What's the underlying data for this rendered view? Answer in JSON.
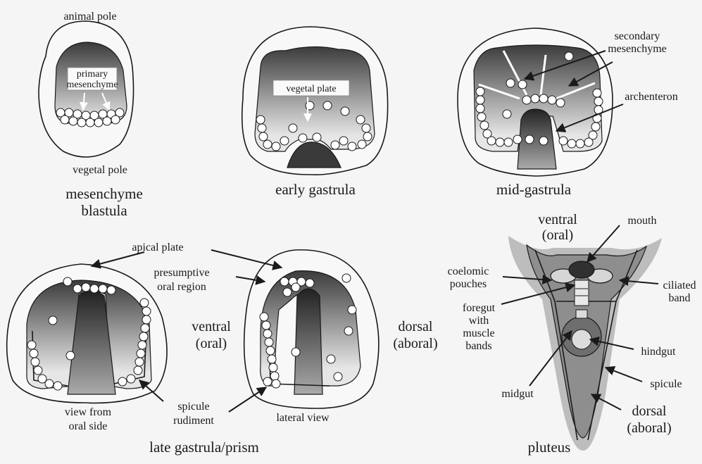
{
  "title": "",
  "stages": {
    "blastula": {
      "top_label": "animal pole",
      "bottom_label": "vegetal pole",
      "inner_label_line1": "primary",
      "inner_label_line2": "mesenchyme",
      "caption_line1": "mesenchyme",
      "caption_line2": "blastula"
    },
    "early_gastrula": {
      "inner_label": "vegetal plate",
      "caption": "early gastrula"
    },
    "mid_gastrula": {
      "label_secondary_line1": "secondary",
      "label_secondary_line2": "mesenchyme",
      "label_archenteron": "archenteron",
      "caption": "mid-gastrula"
    },
    "late_gastrula": {
      "label_apical_plate": "apical plate",
      "label_presumptive_line1": "presumptive",
      "label_presumptive_line2": "oral region",
      "label_ventral": "ventral",
      "label_ventral_oral": "(oral)",
      "label_dorsal": "dorsal",
      "label_dorsal_aboral": "(aboral)",
      "label_spicule_line1": "spicule",
      "label_spicule_line2": "rudiment",
      "view_oral_line1": "view from",
      "view_oral_line2": "oral side",
      "view_lateral": "lateral view",
      "caption": "late gastrula/prism"
    },
    "pluteus": {
      "label_ventral": "ventral",
      "label_ventral_oral": "(oral)",
      "label_mouth": "mouth",
      "label_coelomic_line1": "coelomic",
      "label_coelomic_line2": "pouches",
      "label_ciliated_line1": "ciliated",
      "label_ciliated_line2": "band",
      "label_foregut_line1": "foregut",
      "label_foregut_line2": "with",
      "label_foregut_line3": "muscle",
      "label_foregut_line4": "bands",
      "label_hindgut": "hindgut",
      "label_spicule": "spicule",
      "label_midgut": "midgut",
      "label_dorsal": "dorsal",
      "label_dorsal_aboral": "(aboral)",
      "caption": "pluteus"
    }
  },
  "colors": {
    "background": "#f5f5f5",
    "outline": "#1a1a1a",
    "gradient_dark": "#3a3a3a",
    "gradient_light": "#e8e8e8",
    "pluteus_outer": "#b8b8b8",
    "pluteus_inner": "#8a8a8a"
  }
}
